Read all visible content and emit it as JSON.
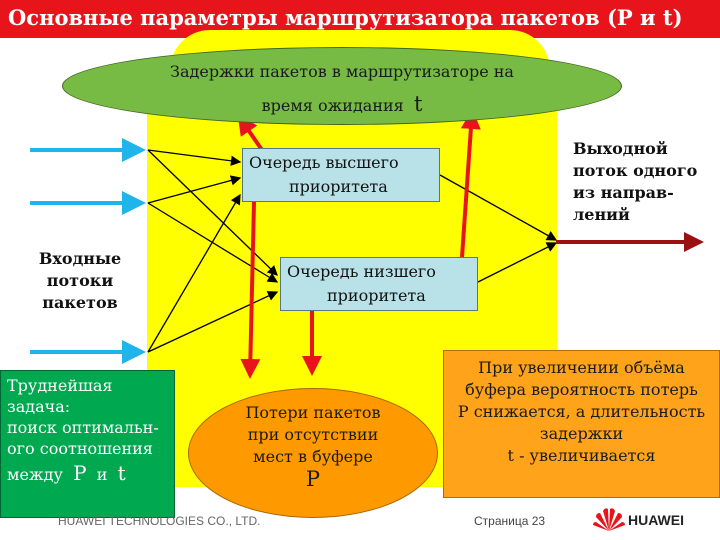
{
  "title": "Основные параметры маршрутизатора пакетов  (P и t)",
  "delay": {
    "line1": "Задержки пакетов в маршрутизаторе на",
    "line2": "время ожидания",
    "symbol": "t"
  },
  "queue_high": {
    "line1": "Очередь высшего",
    "line2": "приоритета"
  },
  "queue_low": {
    "line1": "Очередь низшего",
    "line2": "приоритета"
  },
  "input_label": [
    "Входные",
    "потоки",
    "пакетов"
  ],
  "output_label": [
    "Выходной",
    "поток  одного",
    "из направ-",
    "лений"
  ],
  "task": [
    "Труднейшая",
    "задача:",
    "поиск оптимальн-",
    "ого соотношения"
  ],
  "task_last": {
    "text": "между",
    "p": "P",
    "and": "и",
    "t": "t"
  },
  "loss": {
    "lines": [
      "Потери пакетов",
      "при отсутствии",
      "мест в буфере"
    ],
    "symbol": "P"
  },
  "buffer": [
    "При увеличении объёма",
    "буфера вероятность потерь",
    "P снижается, а длительность",
    "задержки",
    "t - увеличивается"
  ],
  "footer": {
    "company": "HUAWEI TECHNOLOGIES CO., LTD.",
    "page": "Страница  23",
    "brand": "HUAWEI"
  },
  "colors": {
    "title_bar": "#e8141c",
    "router": "#ffff00",
    "delay_ellipse": "#77bb44",
    "queue": "#b8e2e8",
    "task_box": "#00a850",
    "loss_ellipse": "#ff9900",
    "buffer_box": "#ffa31a",
    "input_arrow": "#1fb4ea",
    "red_arrow": "#e8141c",
    "output_arrow": "#9b1111"
  }
}
